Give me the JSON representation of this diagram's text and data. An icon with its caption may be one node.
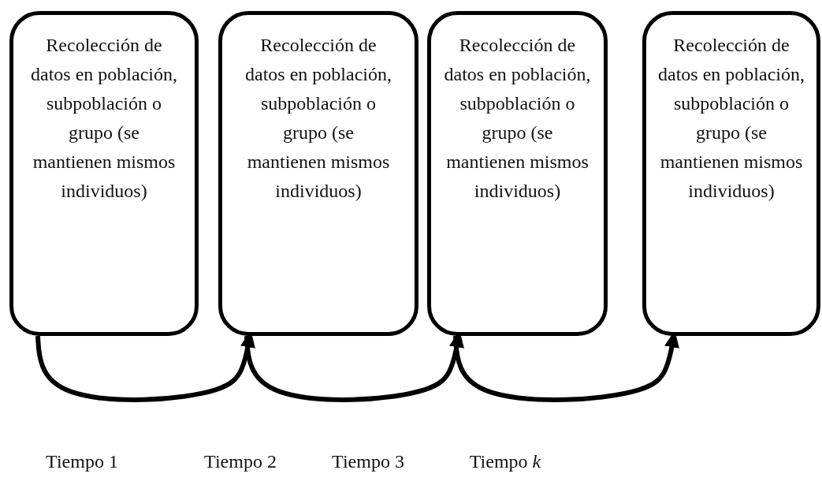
{
  "diagram": {
    "nodes": [
      {
        "text": [
          "Recolección de datos en población, subpoblación o grupo (se mantienen mismos individuos)"
        ]
      },
      {
        "text": [
          "Recolección de datos en población, subpoblación o grupo (se mantienen mismos individuos)"
        ]
      },
      {
        "text": [
          "Recolección de datos en población, subpoblación o grupo (se mantienen mismos individuos)"
        ]
      },
      {
        "text": [
          "Recolección de datos en población, subpoblación o grupo (se mantienen mismos individuos)"
        ]
      }
    ],
    "edges": [
      {
        "from": 0,
        "to": 1,
        "arrow": "to"
      },
      {
        "from": 1,
        "to": 2,
        "arrow": "to"
      },
      {
        "from": 2,
        "to": 3,
        "arrow": "to"
      }
    ],
    "labels": [
      "Tiempo 1",
      "Tiempo 2",
      "Tiempo 3",
      "Tiempo *k*"
    ]
  }
}
